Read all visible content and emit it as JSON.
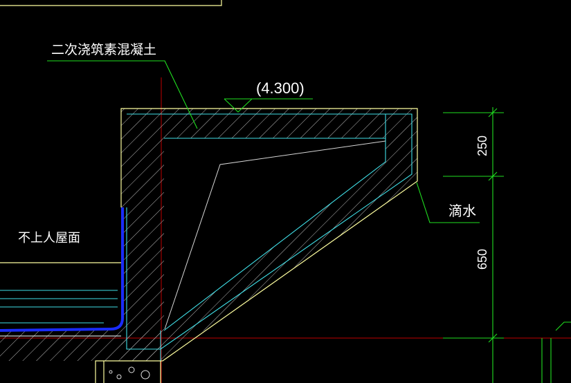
{
  "drawing": {
    "leader_label": "二次浇筑素混凝土",
    "elevation_mark": "(4.300)",
    "roof_label": "不上人屋面",
    "drip_label": "滴水",
    "dim_upper": "250",
    "dim_lower": "650"
  },
  "colors": {
    "background": "#000000",
    "concrete_outline": "#ffffa0",
    "inner_line": "#40e0e8",
    "leader": "#20e020",
    "axis": "#c00000",
    "waterproof": "#1a2cff",
    "hatch": "#cfcfcf"
  }
}
